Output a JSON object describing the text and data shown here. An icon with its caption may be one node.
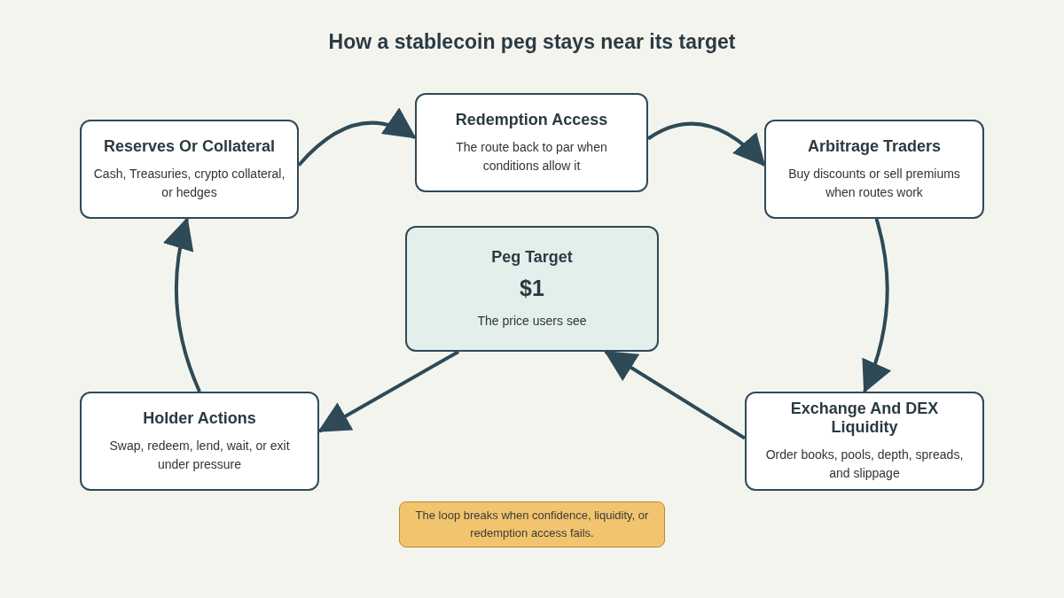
{
  "diagram": {
    "title": "How a stablecoin peg stays near its target",
    "nodes": [
      {
        "text": [
          "Reserves Or Collateral",
          "Cash, Treasuries, crypto collateral, or hedges"
        ]
      },
      {
        "text": [
          "Redemption Access",
          "The route back to par when conditions allow it"
        ]
      },
      {
        "text": [
          "Arbitrage Traders",
          "Buy discounts or sell premiums when routes work"
        ]
      },
      {
        "text": [
          "Peg Target",
          "$1",
          "The price users see"
        ]
      },
      {
        "text": [
          "Holder Actions",
          "Swap, redeem, lend, wait, or exit under pressure"
        ]
      },
      {
        "text": [
          "Exchange And DEX Liquidity",
          "Order books, pools, depth, spreads, and slippage"
        ]
      },
      {
        "text": [
          "The loop breaks when confidence, liquidity, or redemption access fails."
        ]
      }
    ],
    "edges": [
      {
        "from": 0,
        "to": 1,
        "arrow": "to"
      },
      {
        "from": 1,
        "to": 2,
        "arrow": "to"
      },
      {
        "from": 2,
        "to": 5,
        "arrow": "to"
      },
      {
        "from": 5,
        "to": 3,
        "arrow": "to"
      },
      {
        "from": 3,
        "to": 4,
        "arrow": "to"
      },
      {
        "from": 4,
        "to": 0,
        "arrow": "to"
      }
    ]
  }
}
